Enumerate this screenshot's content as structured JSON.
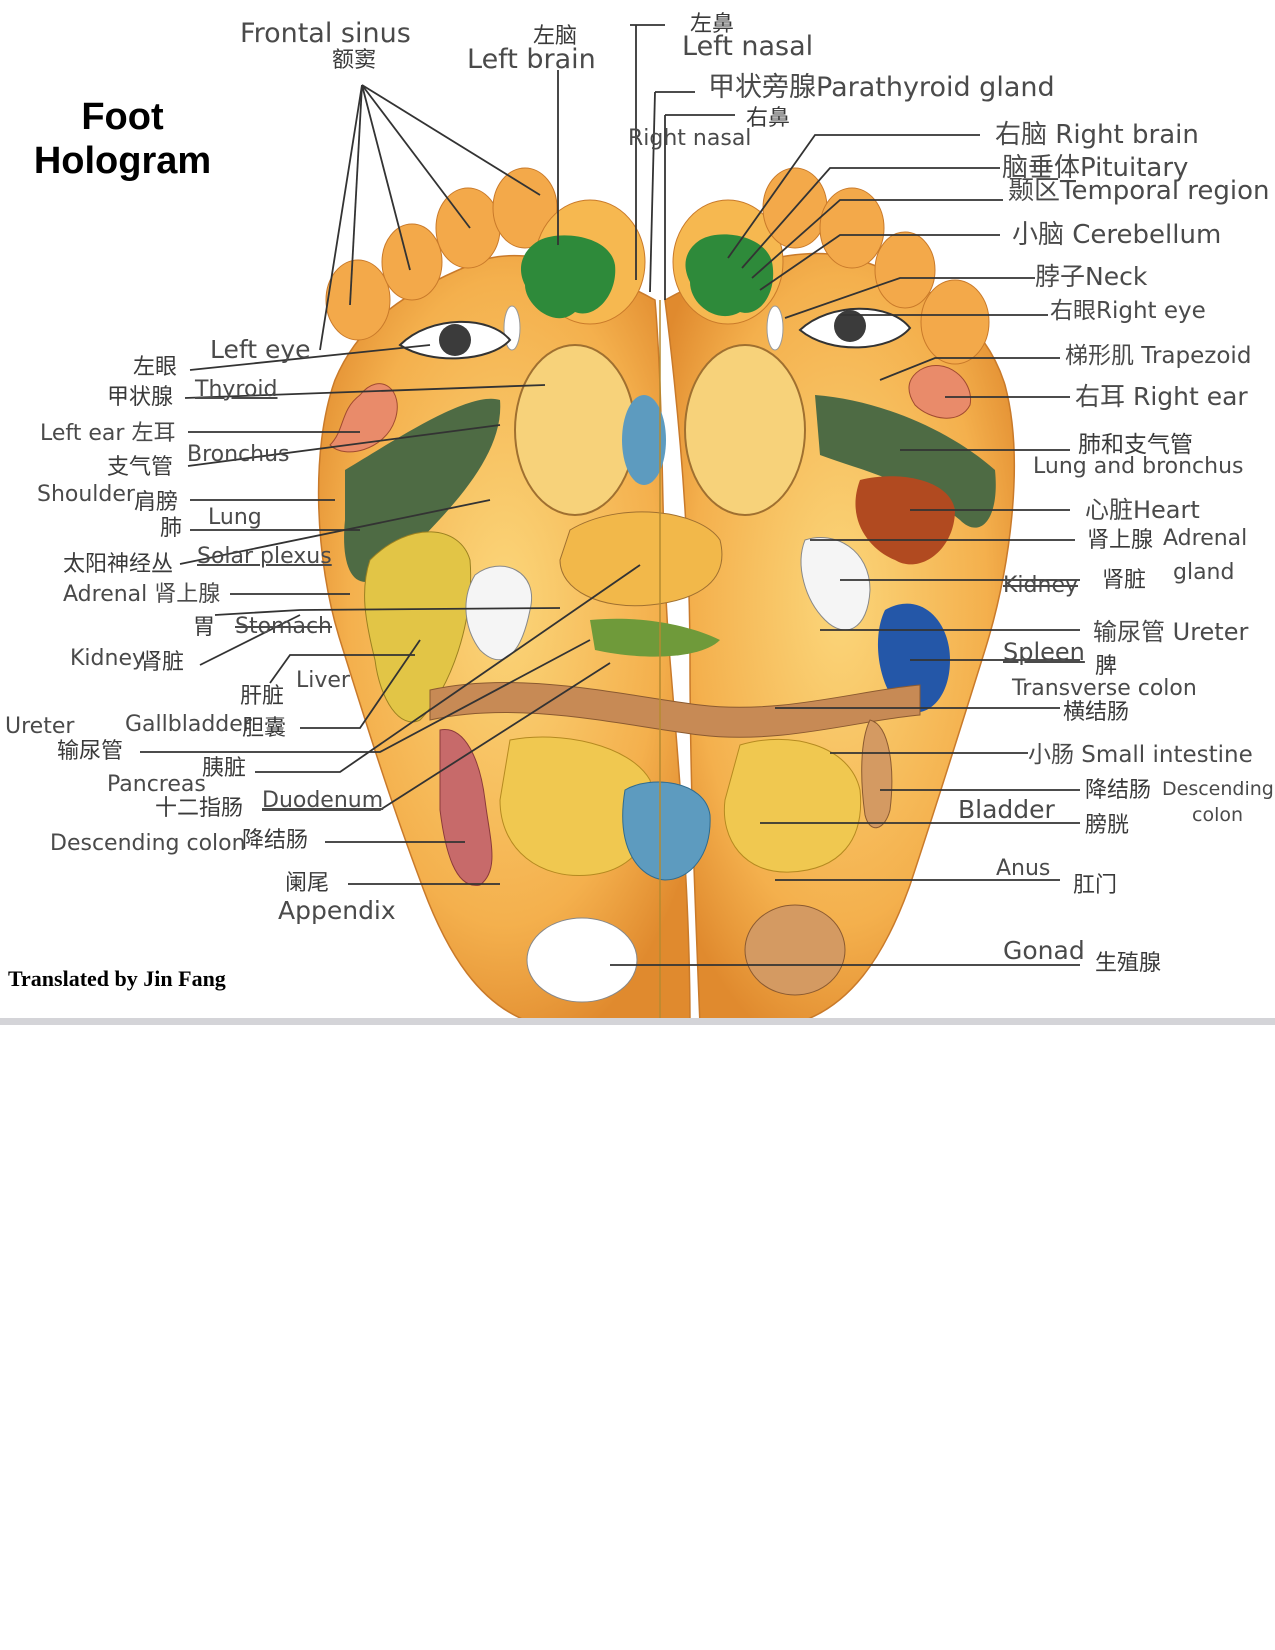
{
  "title": {
    "line1": "Foot",
    "line2": "Hologram"
  },
  "credit": "Translated by Jin Fang",
  "colors": {
    "skin": "#f4b04d",
    "skin_light": "#f9cf70",
    "lung": "#4e6b44",
    "brain": "#2e8a3a",
    "kidney": "#f5f5f5",
    "spleen": "#2457a8",
    "bladder": "#5d9bbf",
    "intestine": "#f0c850",
    "colon": "#c78a55",
    "heart": "#b14a20",
    "leader_line": "#333333"
  },
  "labels": {
    "frontal_sinus_en": "Frontal sinus",
    "frontal_sinus_zh": "额窦",
    "left_brain_zh": "左脑",
    "left_brain_en": "Left brain",
    "left_nasal_zh": "左鼻",
    "left_nasal_en": "Left nasal",
    "parathyroid": "甲状旁腺Parathyroid gland",
    "right_nasal_zh": "右鼻",
    "right_nasal_en": "Right nasal",
    "right_brain": "右脑 Right brain",
    "pituitary": "脑垂体Pituitary",
    "temporal": "颞区Temporal region",
    "cerebellum": "小脑 Cerebellum",
    "neck": "脖子Neck",
    "right_eye": "右眼Right eye",
    "trapezoid": "梯形肌 Trapezoid",
    "right_ear": "右耳 Right ear",
    "lung_bronchus_zh": "肺和支气管",
    "lung_bronchus_en": "Lung and bronchus",
    "heart": "心脏Heart",
    "adrenal_r_zh": "肾上腺",
    "adrenal_r_en": "Adrenal",
    "adrenal_r_en2": "gland",
    "kidney_r_en": "Kidney",
    "kidney_r_zh": "肾脏",
    "ureter_r": "输尿管 Ureter",
    "spleen_en": "Spleen",
    "spleen_zh": "脾",
    "transverse_en": "Transverse colon",
    "transverse_zh": "横结肠",
    "small_int": "小肠 Small intestine",
    "desc_r_zh": "降结肠",
    "desc_r_en": "Descending",
    "desc_r_en2": "colon",
    "bladder_en": "Bladder",
    "bladder_zh": "膀胱",
    "anus_en": "Anus",
    "anus_zh": "肛门",
    "gonad_en": "Gonad",
    "gonad_zh": "生殖腺",
    "left_eye_en": "Left eye",
    "left_eye_zh": "左眼",
    "thyroid_zh": "甲状腺",
    "thyroid_en": "Thyroid",
    "left_ear": "Left ear 左耳",
    "bronchus_zh": "支气管",
    "bronchus_en": "Bronchus",
    "shoulder_en": "Shoulder",
    "shoulder_zh": "肩膀",
    "lung_zh": "肺",
    "lung_en": "Lung",
    "solar_zh": "太阳神经丛",
    "solar_en": "Solar plexus",
    "adrenal_l": "Adrenal 肾上腺",
    "stomach_zh": "胃",
    "stomach_en": "Stomach",
    "kidney_l_en": "Kidney",
    "kidney_l_zh": "肾脏",
    "liver_en": "Liver",
    "liver_zh": "肝脏",
    "ureter_l_en": "Ureter",
    "gallbladder_en": "Gallbladder",
    "gallbladder_zh": "胆囊",
    "ureter_l_zh": "输尿管",
    "pancreas_en": "Pancreas",
    "pancreas_zh": "胰脏",
    "duodenum_zh": "十二指肠",
    "duodenum_en": "Duodenum",
    "desc_l_en": "Descending colon",
    "desc_l_zh": "降结肠",
    "appendix_zh": "阑尾",
    "appendix_en": "Appendix"
  }
}
